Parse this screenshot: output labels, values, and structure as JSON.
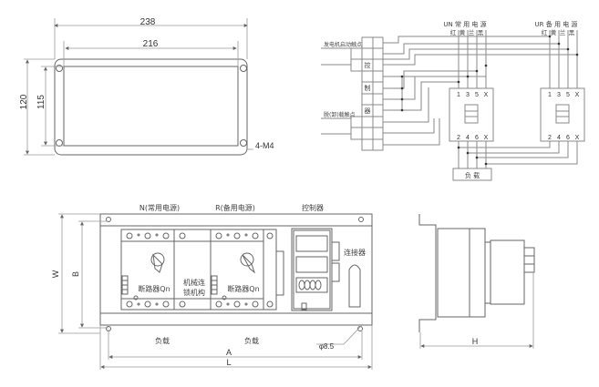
{
  "cutout": {
    "width_outer": "238",
    "width_inner": "216",
    "height_outer": "120",
    "height_inner": "115",
    "holes": "4-M4"
  },
  "wiring": {
    "normal_source": "UN 常 用 电 源",
    "backup_source": "UR 备 用 电 源",
    "phase_colors": [
      "红",
      "黄",
      "兰",
      "黑"
    ],
    "generator_contact": "发电机启动触点",
    "load_shed_contact": "脱(卸)载触点",
    "controller_chars": [
      "控",
      "制",
      "器"
    ],
    "top_terminals": [
      "1",
      "3",
      "5",
      "X"
    ],
    "bottom_terminals": [
      "2",
      "4",
      "6",
      "X"
    ],
    "load": "负 载"
  },
  "front": {
    "label_normal": "N(常用电源)",
    "label_backup": "R(备用电源)",
    "label_controller": "控制器",
    "breaker1": "断路器Qn",
    "breaker2": "断路器Qn",
    "interlock_line1": "机械连",
    "interlock_line2": "锁机构",
    "connector": "连接器",
    "load1": "负载",
    "load2": "负载",
    "hole": "φ8.5",
    "dim_A": "A",
    "dim_L": "L",
    "dim_W": "W",
    "dim_B": "B"
  },
  "side": {
    "dim_H": "H"
  }
}
